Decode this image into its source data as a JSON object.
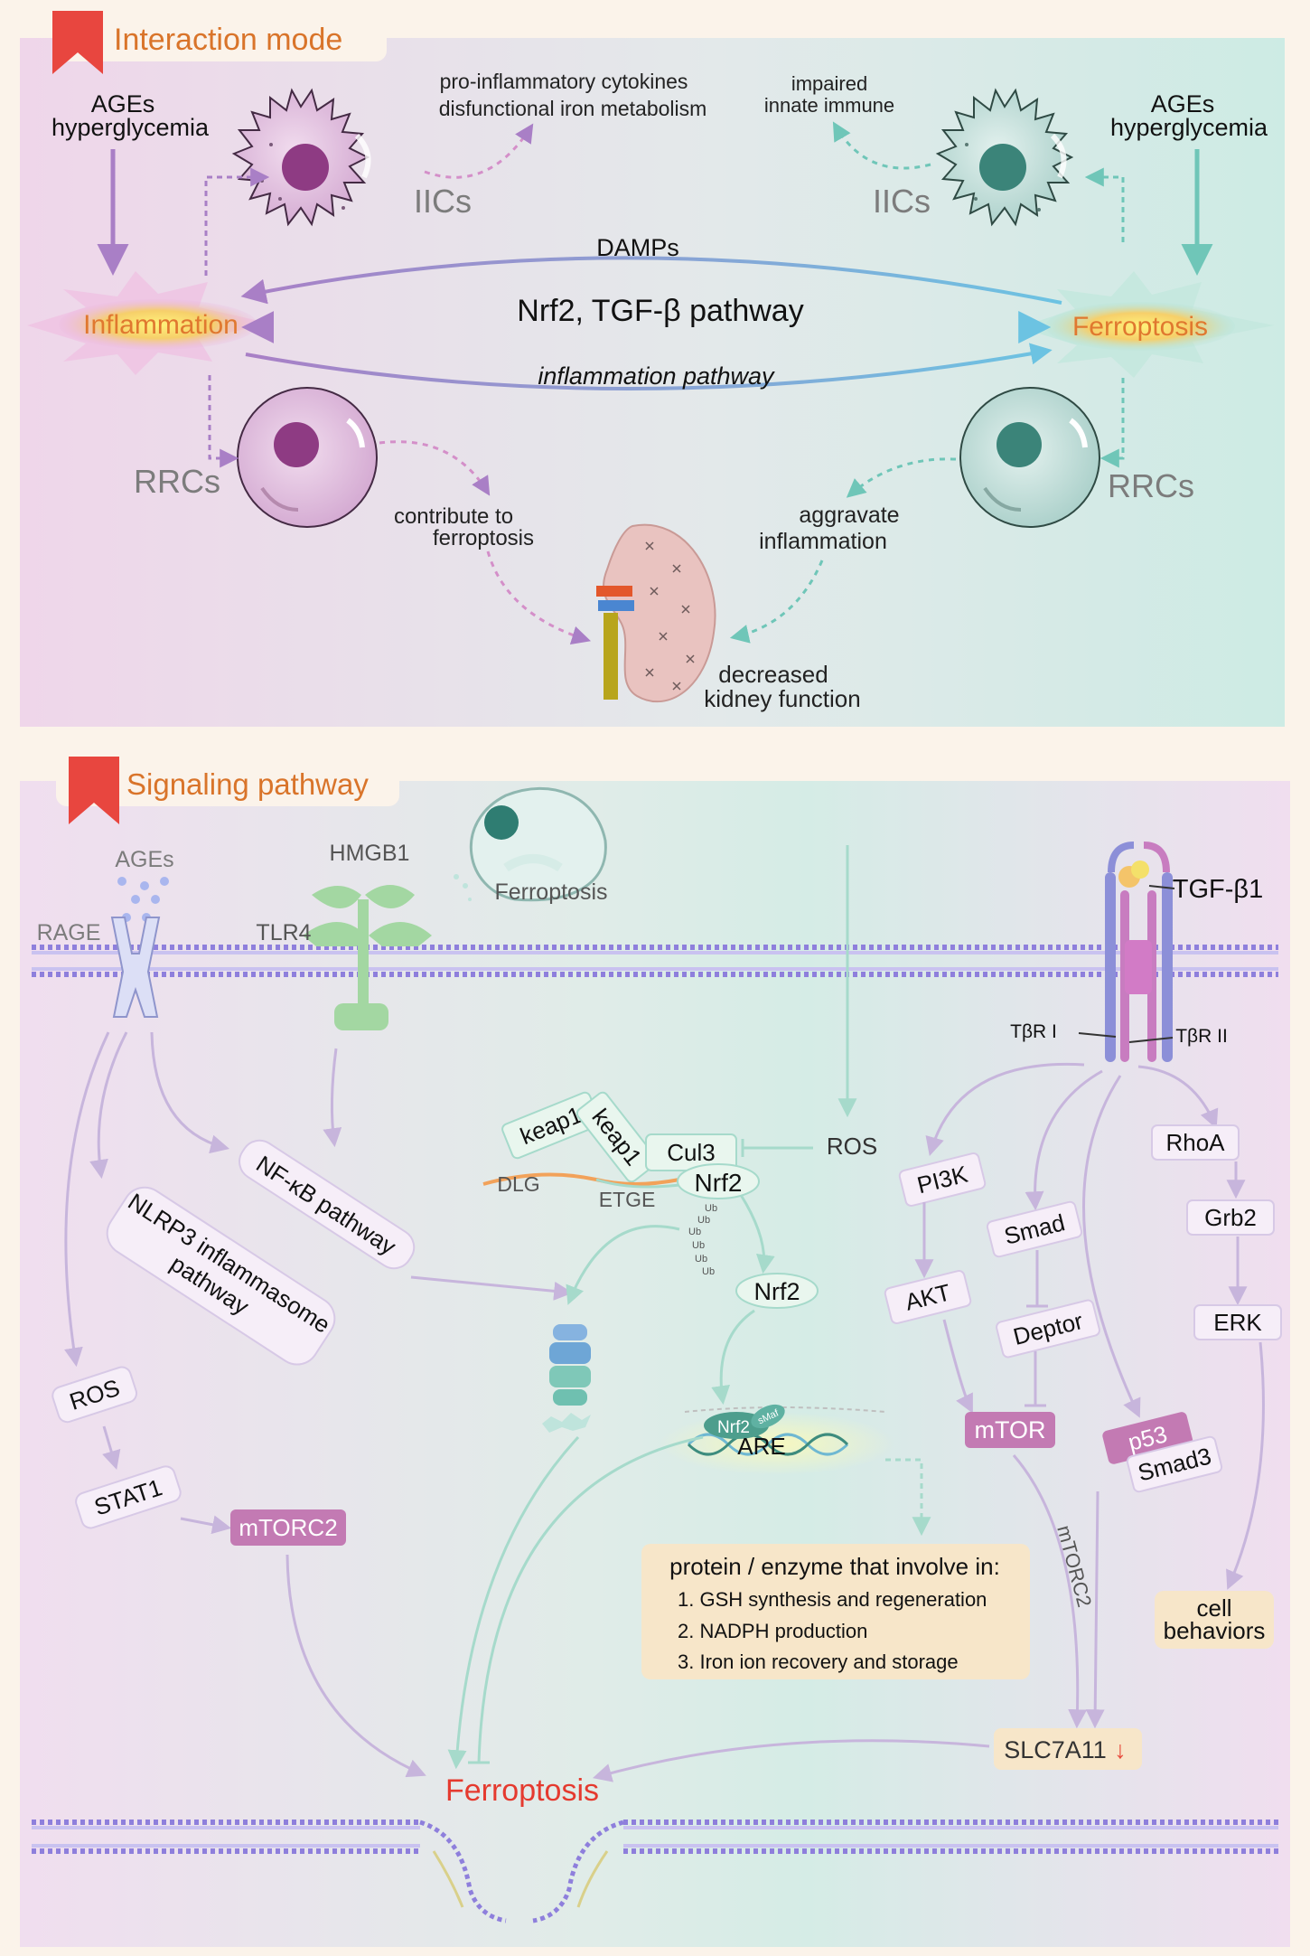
{
  "colors": {
    "purple": "#a97fc6",
    "teal": "#6fc6b8",
    "orange_title": "#d9742a",
    "red_title": "#e53a2f",
    "pink_box": "#c37ab3",
    "gray_text": "#7c7c7c"
  },
  "icons": {
    "bookmark": "red-bookmark-icon",
    "immune_cell": "immune-cell-icon",
    "renal_cell": "renal-cell-icon",
    "kidney": "kidney-icon",
    "receptor": "receptor-icon",
    "proteasome": "proteasome-icon",
    "dna": "dna-icon"
  },
  "panel1": {
    "title": "Interaction mode",
    "left_stimulus": {
      "line1": "AGEs",
      "line2": "hyperglycemia"
    },
    "right_stimulus": {
      "line1": "AGEs",
      "line2": "hyperglycemia"
    },
    "left_hub": "Inflammation",
    "right_hub": "Ferroptosis",
    "left_iic_label": "IICs",
    "right_iic_label": "IICs",
    "left_rrc_label": "RRCs",
    "right_rrc_label": "RRCs",
    "left_iic_note": {
      "line1": "pro-inflammatory cytokines",
      "line2": "disfunctional iron metabolism"
    },
    "right_iic_note": {
      "line1": "impaired",
      "line2": "innate immune"
    },
    "arrow_top": "DAMPs",
    "arrow_middle": "Nrf2, TGF-β pathway",
    "arrow_bottom": "inflammation pathway",
    "left_rrc_note": {
      "line1": "contribute to",
      "line2": "ferroptosis"
    },
    "right_rrc_note": {
      "line1": "aggravate",
      "line2": "inflammation"
    },
    "kidney_note": {
      "line1": "decreased",
      "line2": "kidney function"
    }
  },
  "panel2": {
    "title": "Signaling pathway",
    "ages": "AGEs",
    "rage": "RAGE",
    "hmgb1": "HMGB1",
    "tlr4": "TLR4",
    "ferroptotic_cell": "Ferroptosis",
    "tgf": "TGF-β1",
    "tbr1": "TβR I",
    "tbr2": "TβR II",
    "nfkb": "NF-κB pathway",
    "nlrp3": {
      "line1": "NLRP3 inflammasome",
      "line2": "pathway"
    },
    "ros_left": "ROS",
    "stat1": "STAT1",
    "mtorc2_box": "mTORC2",
    "keap1_a": "keap1",
    "keap1_b": "keap1",
    "cul3": "Cul3",
    "nrf2_bound": "Nrf2",
    "dlg": "DLG",
    "etge": "ETGE",
    "ros_center": "ROS",
    "ub": [
      "Ub",
      "Ub",
      "Ub",
      "Ub",
      "Ub",
      "Ub"
    ],
    "nrf2_free": "Nrf2",
    "nrf2_dna": "Nrf2",
    "smaf": "sMaf",
    "are": "ARE",
    "protein_box": {
      "heading": "protein / enzyme that involve in:",
      "items": [
        "1. GSH synthesis and regeneration",
        "2. NADPH production",
        "3. Iron ion recovery and storage"
      ]
    },
    "pi3k": "PI3K",
    "akt": "AKT",
    "smad": "Smad",
    "deptor": "Deptor",
    "mtor": "mTOR",
    "mtorc2_label": "mTORC2",
    "p53": "p53",
    "smad3": "Smad3",
    "rhoa": "RhoA",
    "grb2": "Grb2",
    "erk": "ERK",
    "cell_behaviors": {
      "line1": "cell",
      "line2": "behaviors"
    },
    "slc7a11": "SLC7A11",
    "slc_arrow": "↓",
    "ferroptosis_main": "Ferroptosis"
  }
}
